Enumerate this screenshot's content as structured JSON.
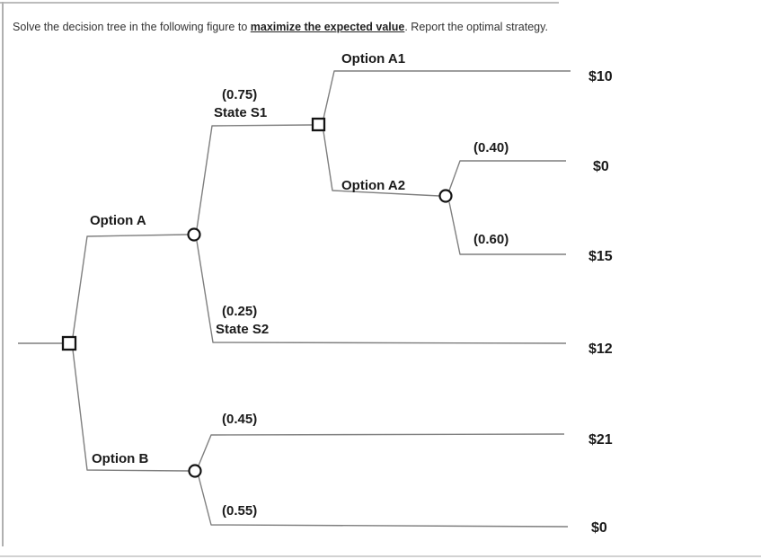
{
  "question": {
    "prefix": "Solve the decision tree in the following figure to ",
    "emphasis": "maximize the expected value",
    "suffix": ". Report the optimal strategy."
  },
  "colors": {
    "branch_line": "#7f7f7f",
    "node_stroke": "#141414",
    "figure_text": "#1a1a1a",
    "question_text": "#333333"
  },
  "tree": {
    "root": {
      "type": "decision",
      "options": [
        {
          "label": "Option A",
          "node": {
            "type": "chance",
            "outcomes": [
              {
                "probability": "(0.75)",
                "label": "State S1",
                "node": {
                  "type": "decision",
                  "options": [
                    {
                      "label": "Option A1",
                      "payoff": "$10"
                    },
                    {
                      "label": "Option A2",
                      "node": {
                        "type": "chance",
                        "outcomes": [
                          {
                            "probability": "(0.40)",
                            "payoff": "$0"
                          },
                          {
                            "probability": "(0.60)",
                            "payoff": "$15"
                          }
                        ]
                      }
                    }
                  ]
                }
              },
              {
                "probability": "(0.25)",
                "label": "State S2",
                "payoff": "$12"
              }
            ]
          }
        },
        {
          "label": "Option B",
          "node": {
            "type": "chance",
            "outcomes": [
              {
                "probability": "(0.45)",
                "payoff": "$21"
              },
              {
                "probability": "(0.55)",
                "payoff": "$0"
              }
            ]
          }
        }
      ]
    }
  }
}
